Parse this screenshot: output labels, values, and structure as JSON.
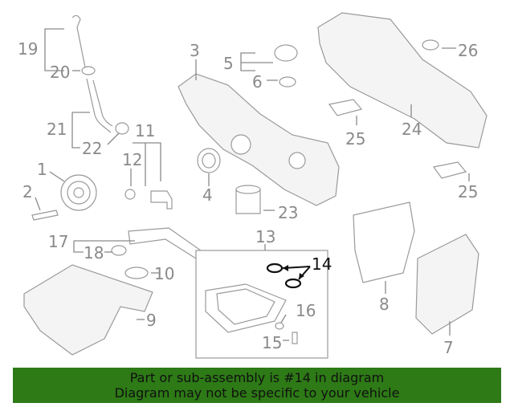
{
  "diagram": {
    "callouts": {
      "c1": "1",
      "c2": "2",
      "c3": "3",
      "c4": "4",
      "c5": "5",
      "c6": "6",
      "c7": "7",
      "c8": "8",
      "c9": "9",
      "c10": "10",
      "c11": "11",
      "c12": "12",
      "c13": "13",
      "c14": "14",
      "c15": "15",
      "c16": "16",
      "c17": "17",
      "c18": "18",
      "c19": "19",
      "c20": "20",
      "c21": "21",
      "c22": "22",
      "c23": "23",
      "c24": "24",
      "c25a": "25",
      "c25b": "25",
      "c26": "26"
    },
    "highlighted_part": "14",
    "colors": {
      "banner": "#2d7a16",
      "callout": "#8a8a8a",
      "highlight": "#111111"
    }
  },
  "banner": {
    "line1": "Part or sub-assembly is #14 in diagram",
    "line2": "Diagram may not be specific to your vehicle"
  }
}
